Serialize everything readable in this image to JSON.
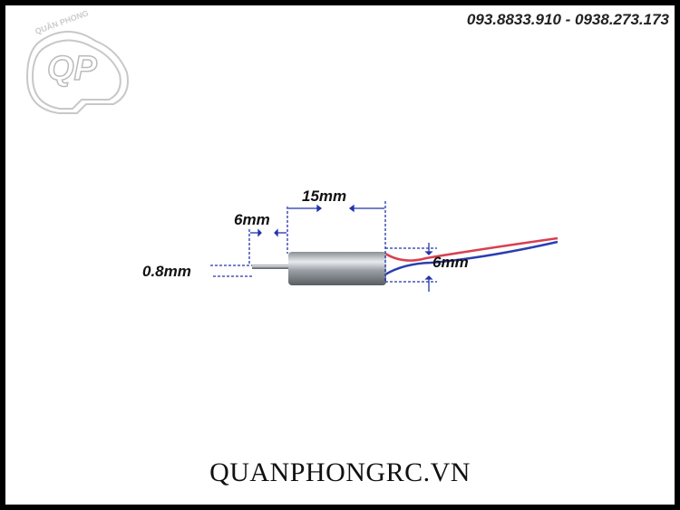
{
  "header": {
    "phone": "093.8833.910 - 0938.273.173"
  },
  "logo": {
    "text": "QUÂN PHONG",
    "initials": "QP"
  },
  "dimensions": {
    "shaft_diameter": "0.8mm",
    "shaft_length": "6mm",
    "body_length": "15mm",
    "body_diameter": "6mm"
  },
  "footer": {
    "website": "QUANPHONGRC.VN"
  },
  "colors": {
    "dimension_line": "#2233aa",
    "red_wire": "#d84050",
    "blue_wire": "#2a3fb0"
  }
}
